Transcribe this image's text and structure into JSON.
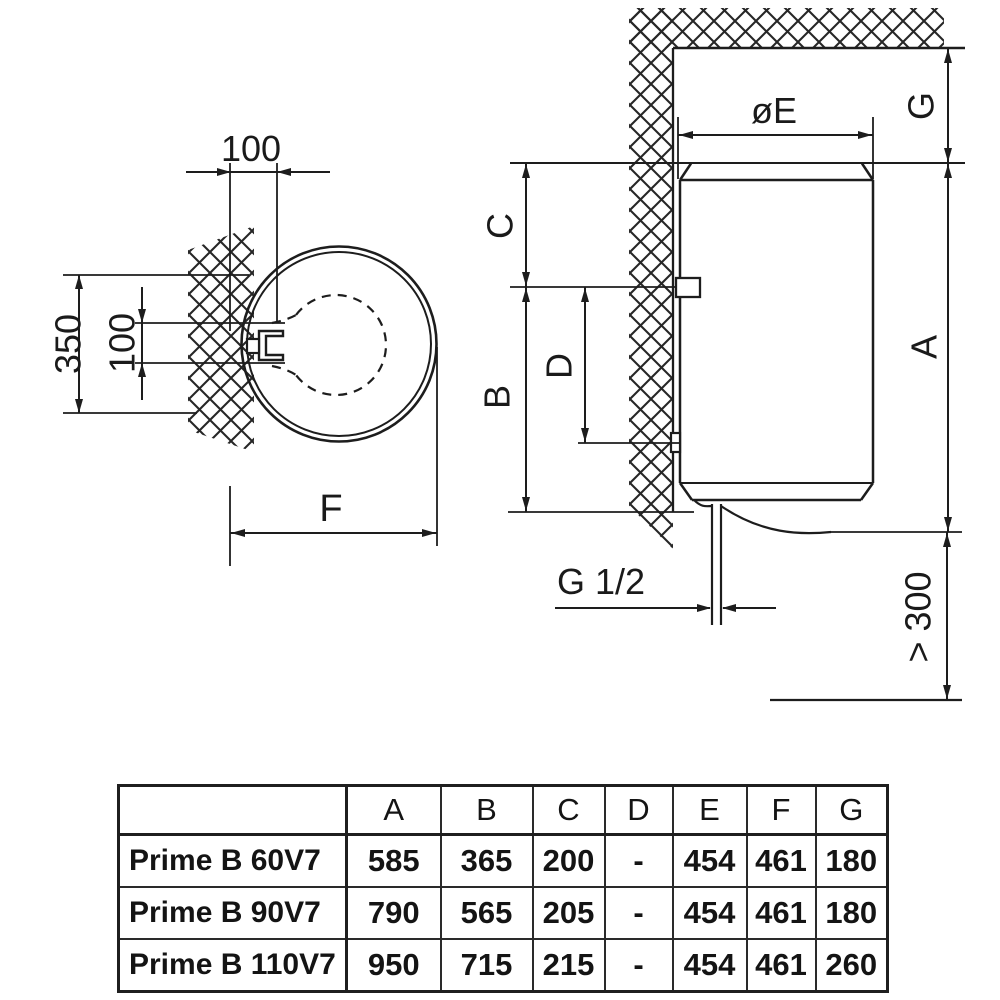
{
  "top_view": {
    "dim_top_width": "100",
    "dim_height": "350",
    "dim_inner": "100",
    "dim_depth": "F"
  },
  "side_view": {
    "dim_diameter": "øE",
    "dim_top_gap": "G",
    "dim_upper_bracket": "C",
    "dim_bracket_span": "B",
    "dim_lower_bracket": "D",
    "dim_height": "A",
    "dim_pipe_thread": "G 1/2",
    "dim_floor_clearance": "> 300"
  },
  "table": {
    "headers": [
      "",
      "A",
      "B",
      "C",
      "D",
      "E",
      "F",
      "G"
    ],
    "rows": [
      {
        "model": "Prime B 60V7",
        "values": [
          "585",
          "365",
          "200",
          "-",
          "454",
          "461",
          "180"
        ]
      },
      {
        "model": "Prime B 90V7",
        "values": [
          "790",
          "565",
          "205",
          "-",
          "454",
          "461",
          "180"
        ]
      },
      {
        "model": "Prime B 110V7",
        "values": [
          "950",
          "715",
          "215",
          "-",
          "454",
          "461",
          "260"
        ]
      }
    ]
  },
  "colors": {
    "line": "#1d1d1d",
    "background": "#ffffff"
  }
}
